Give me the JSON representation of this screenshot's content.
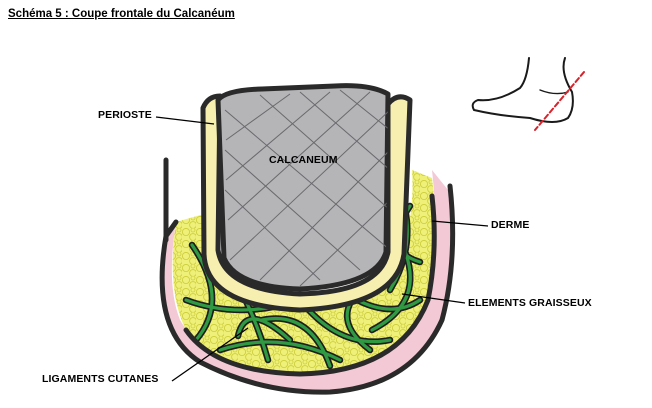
{
  "title": "Schéma 5 : Coupe frontale du Calcanéum",
  "labels": {
    "perioste": "PERIOSTE",
    "calcaneum": "CALCANEUM",
    "derme": "DERME",
    "elements_graisseux": "ELEMENTS GRAISSEUX",
    "ligaments_cutanes": "LIGAMENTS CUTANES"
  },
  "colors": {
    "bone": "#b5b5b8",
    "periosteum": "#f7efb0",
    "dermis": "#f2c9d5",
    "fat": "#eef07a",
    "fat_globule": "#d9d84a",
    "ligament": "#2f9a42",
    "outline": "#2a2a2a",
    "section_line": "#d8232a"
  }
}
